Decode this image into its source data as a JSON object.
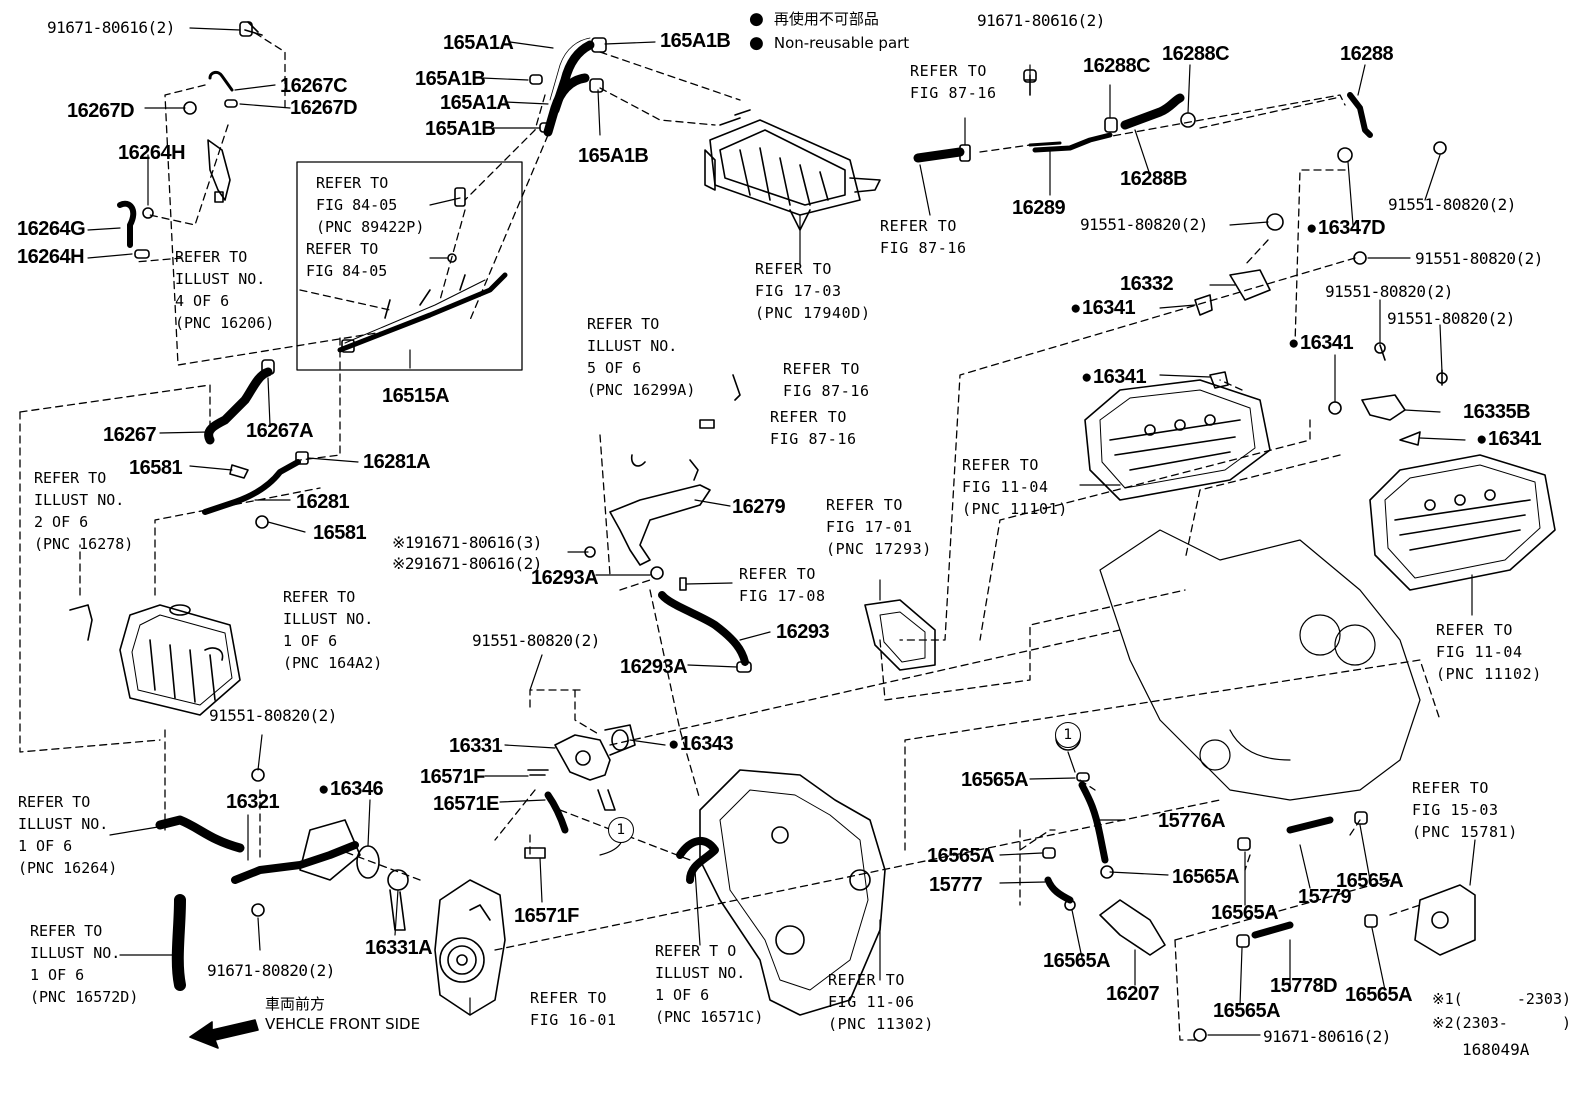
{
  "legend": {
    "jp": "再使用不可部品",
    "en": "Non-reusable part"
  },
  "vehicle_front": {
    "jp": "車両前方",
    "en": "VEHCLE FRONT SIDE"
  },
  "diagram_id": "168049A",
  "notes": {
    "n1": "※1(      -2303)",
    "n2": "※2(2303-      )"
  },
  "circle_ref": "1",
  "parts": {
    "p_91671_80616_2_tl": "91671-80616(2)",
    "p_16267C": "16267C",
    "p_16267D_l": "16267D",
    "p_16267D_r": "16267D",
    "p_16264H_t": "16264H",
    "p_16264G": "16264G",
    "p_16264H_b": "16264H",
    "p_165A1A_t": "165A1A",
    "p_165A1B_tr": "165A1B",
    "p_165A1B_l": "165A1B",
    "p_165A1A_m": "165A1A",
    "p_165A1B_l2": "165A1B",
    "p_165A1B_b": "165A1B",
    "p_16515A": "16515A",
    "p_16267": "16267",
    "p_16267A": "16267A",
    "p_16581_t": "16581",
    "p_16281A": "16281A",
    "p_16281": "16281",
    "p_16581_b": "16581",
    "p_16279": "16279",
    "p_bolt_n1": "※191671-80616(3)",
    "p_bolt_n2": "※291671-80616(2)",
    "p_16293A_t": "16293A",
    "p_16293": "16293",
    "p_16293A_b": "16293A",
    "p_91551_80820_2_c": "91551-80820(2)",
    "p_16331": "16331",
    "p_16343": "16343",
    "p_16571F_t": "16571F",
    "p_16571E": "16571E",
    "p_16571F_b": "16571F",
    "p_91551_80820_2_l": "91551-80820(2)",
    "p_16321": "16321",
    "p_16346": "16346",
    "p_16331A": "16331A",
    "p_91671_80820_2": "91671-80820(2)",
    "p_91671_80616_2_tr": "91671-80616(2)",
    "p_16288C_l": "16288C",
    "p_16288C_r": "16288C",
    "p_16288": "16288",
    "p_16289": "16289",
    "p_16288B": "16288B",
    "p_91551_80820_2_r1": "91551-80820(2)",
    "p_91551_80820_2_m": "91551-80820(2)",
    "p_16347D": "16347D",
    "p_91551_80820_2_r2": "91551-80820(2)",
    "p_16332": "16332",
    "p_16341_a": "16341",
    "p_91551_80820_2_r3": "91551-80820(2)",
    "p_91551_80820_2_r4": "91551-80820(2)",
    "p_16341_b": "16341",
    "p_16341_c": "16341",
    "p_16335B": "16335B",
    "p_16341_d": "16341",
    "p_16565A_1": "16565A",
    "p_15776A": "15776A",
    "p_16565A_2": "16565A",
    "p_16565A_3": "16565A",
    "p_15777": "15777",
    "p_16565A_4": "16565A",
    "p_15779": "15779",
    "p_16565A_5": "16565A",
    "p_16565A_6": "16565A",
    "p_16207": "16207",
    "p_15778D": "15778D",
    "p_16565A_7": "16565A",
    "p_16565A_8": "16565A",
    "p_91671_80616_2_br": "91671-80616(2)"
  },
  "refs": {
    "r_illust4": "REFER TO\nILLUST NO.\n4 OF 6\n(PNC 16206)",
    "r_fig8405a": "REFER TO\nFIG 84-05\n(PNC 89422P)",
    "r_fig8405b": "REFER TO\nFIG 84-05",
    "r_fig1703": "REFER TO\nFIG 17-03\n(PNC 17940D)",
    "r_fig8716_t": "REFER TO\nFIG 87-16",
    "r_fig8716_b": "REFER TO\nFIG 87-16",
    "r_illust2": "REFER TO\nILLUST NO.\n2 OF 6\n(PNC 16278)",
    "r_illust5": "REFER TO\nILLUST NO.\n5 OF 6\n(PNC 16299A)",
    "r_fig8716_c1": "REFER TO\nFIG 87-16",
    "r_fig8716_c2": "REFER TO\nFIG 87-16",
    "r_fig1708": "REFER TO\nFIG 17-08",
    "r_fig1701": "REFER TO\nFIG 17-01\n(PNC 17293)",
    "r_fig1104a": "REFER TO\nFIG 11-04\n(PNC 11101)",
    "r_fig1104b": "REFER TO\nFIG 11-04\n(PNC 11102)",
    "r_illust1a": "REFER TO\nILLUST NO.\n1 OF 6\n(PNC 164A2)",
    "r_illust1b": "REFER TO\nILLUST NO.\n1 OF 6\n(PNC 16264)",
    "r_illust1c": "REFER TO\nILLUST NO.\n1 OF 6\n(PNC 16572D)",
    "r_illust1d": "REFER T O\nILLUST NO.\n1 OF 6\n(PNC 16571C)",
    "r_fig1601": "REFER TO\nFIG 16-01",
    "r_fig1106": "REFER TO\nFIG 11-06\n(PNC 11302)",
    "r_fig1503": "REFER TO\nFIG 15-03\n(PNC 15781)"
  }
}
